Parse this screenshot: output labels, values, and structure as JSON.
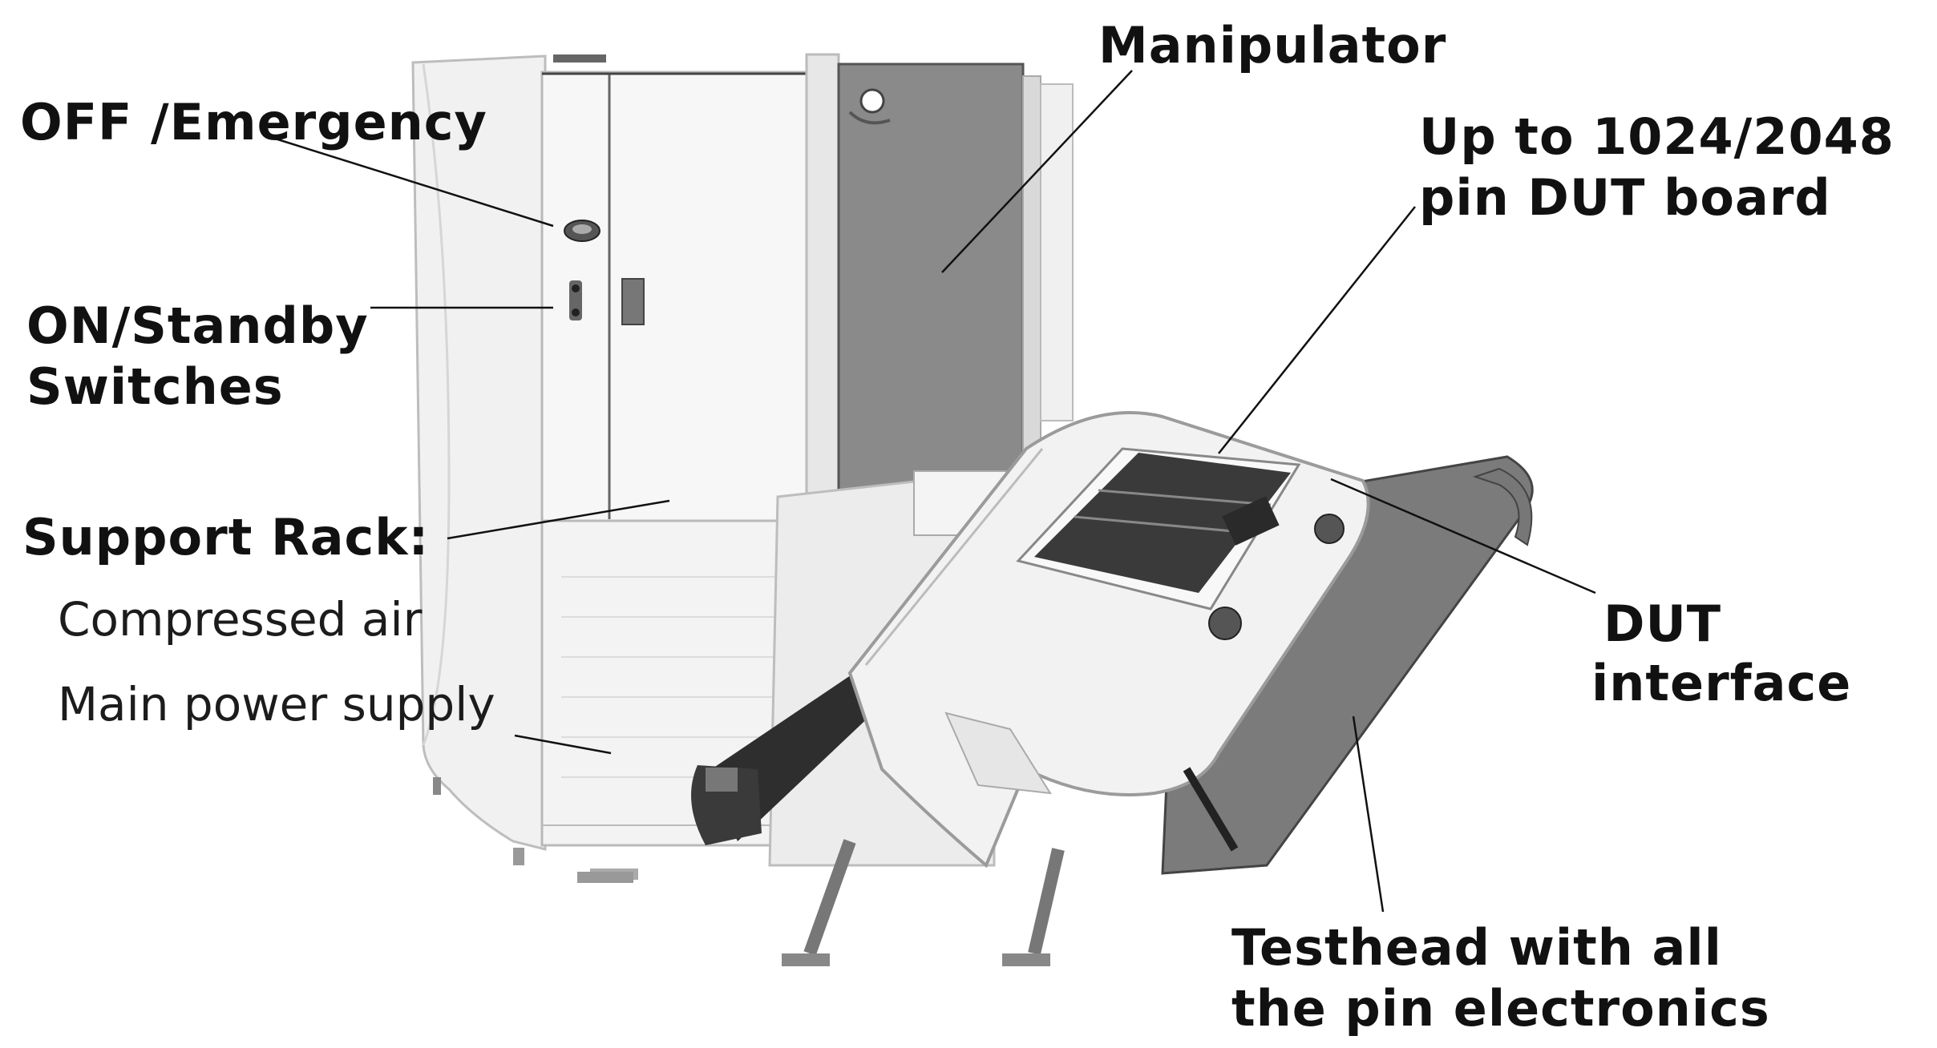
{
  "labels": {
    "manipulator": "Manipulator",
    "off_emergency": "OFF /Emergency",
    "on_standby_1": "ON/Standby",
    "on_standby_2": "Switches",
    "dut_board_1": "Up to 1024/2048",
    "dut_board_2": "pin DUT board",
    "support_rack": "Support Rack:",
    "compressed_air": "Compressed air",
    "main_power": "Main power supply",
    "dut_interface_1": "DUT",
    "dut_interface_2": "interface",
    "testhead_1": "Testhead with all",
    "testhead_2": "the pin electronics"
  },
  "colors": {
    "background": "#ffffff",
    "text": "#111111",
    "rack_body": "#eeeeee",
    "rack_shadow": "#c9c9c9",
    "manipulator_column": "#8a8a8a",
    "testhead_dark": "#7b7b7b",
    "testhead_light": "#f2f2f2",
    "dut_board": "#3a3a3a"
  },
  "icons": [
    "emergency-switch-icon",
    "standby-switch-icon"
  ]
}
